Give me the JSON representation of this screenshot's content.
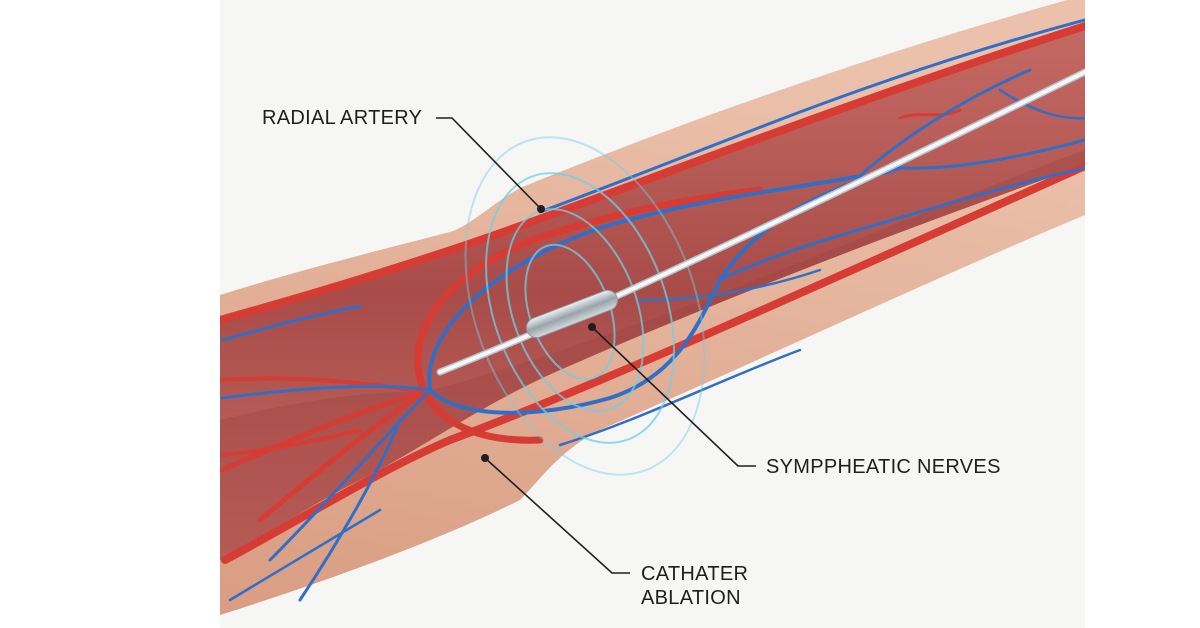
{
  "labels": {
    "radial_artery": "RADIAL ARTERY",
    "sympathetic_nerves": "SYMPPHEATIC NERVES",
    "catheter_ablation": "CATHATER\nABLATION"
  },
  "colors": {
    "background": "#ffffff",
    "panel": "#f6f6f4",
    "skin": "#e3b197",
    "tissue": "#b45a55",
    "artery": "#d63b34",
    "nerve": "#2f6fc8",
    "catheter": "#e9eef2",
    "energy_waves": "#6fd0e6",
    "leader_line": "#1e1e1e"
  }
}
